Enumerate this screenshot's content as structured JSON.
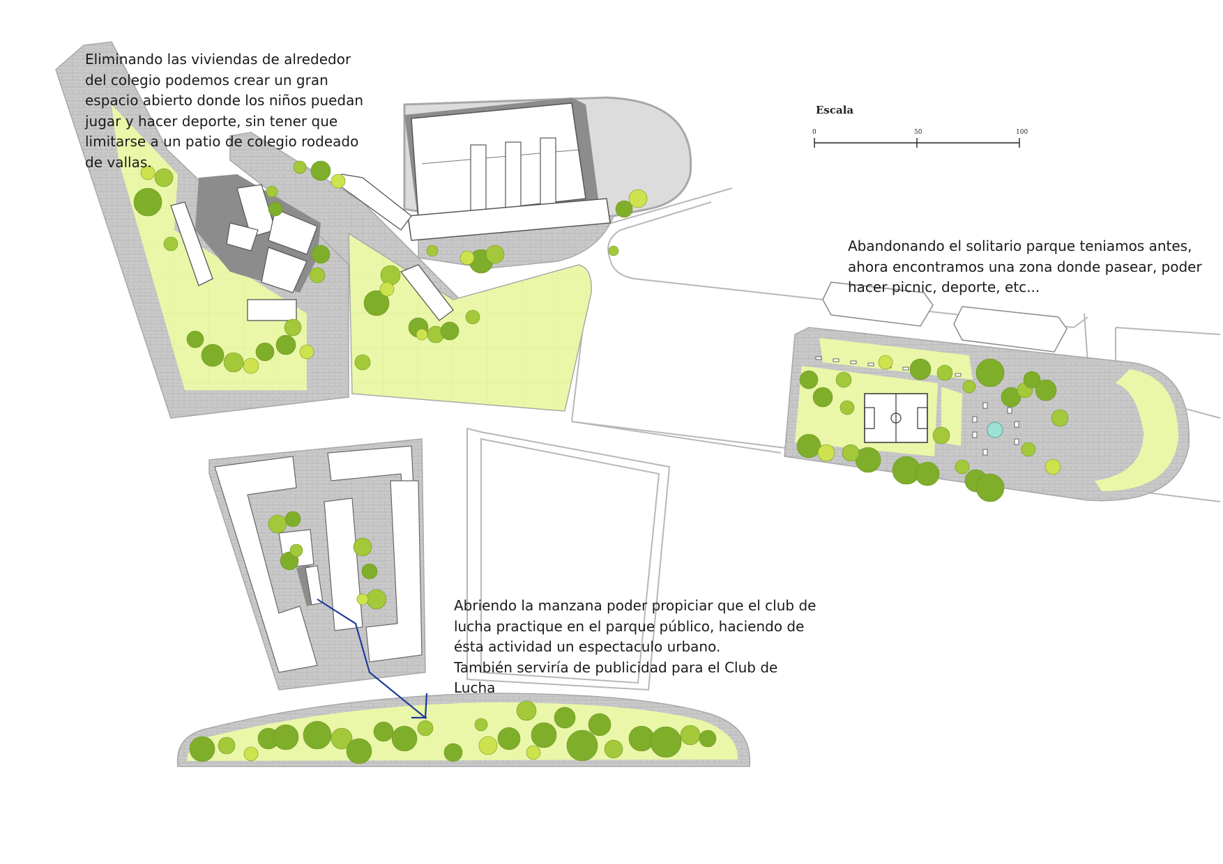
{
  "annotations": {
    "school": "Eliminando las viviendas de alrededor\ndel colegio podemos crear un gran\nespacio abierto donde los niños puedan\njugar y hacer deporte, sin tener que\nlimitarse a un patio de colegio rodeado\nde vallas.",
    "park": "Abandonando el solitario parque teniamos antes,\nahora encontramos una zona donde pasear, poder\nhacer picnic, deporte, etc...",
    "block": "Abriendo la manzana poder propiciar que el club de\nlucha practique en el parque público, haciendo de\nésta actividad un espectaculo urbano.\nTambién serviría de publicidad para el Club de\nLucha"
  },
  "scale": {
    "title": "Escala",
    "ticks": [
      "0",
      "50",
      "100"
    ]
  },
  "palette": {
    "lawn": "#eaf7a8",
    "paving": "#c9c9c9",
    "plaza": "#dcdcdc",
    "tree_dark": "#7fae2a",
    "tree_mid": "#a3c83a",
    "tree_light": "#cde24d",
    "building": "#ffffff",
    "building_shadow": "#8c8c8c",
    "path_line": "#1d3a9a",
    "fountain": "#9fe0d6"
  }
}
